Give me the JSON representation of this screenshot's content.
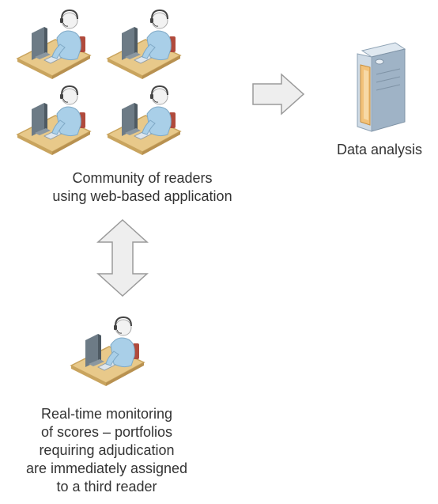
{
  "colors": {
    "desk_top": "#e8c98a",
    "desk_edge": "#c9a45e",
    "person_body": "#a9cfe8",
    "person_skin": "#f2f2f2",
    "monitor": "#6d7b86",
    "chair": "#b04a3c",
    "arrow_fill": "#eeeeee",
    "arrow_stroke": "#9a9a9a",
    "server_panel": "#f2c27a",
    "server_frame": "#b9c9d8",
    "text": "#333333"
  },
  "nodes": {
    "community": {
      "caption_lines": [
        "Community of readers",
        "using web-based application"
      ],
      "icon": "workstation-person-icon"
    },
    "analysis": {
      "caption": "Data analysis",
      "icon": "server-icon"
    },
    "monitoring": {
      "caption_lines": [
        "Real-time monitoring",
        "of scores – portfolios",
        "requiring adjudication",
        "are immediately assigned",
        "to a third reader"
      ],
      "icon": "workstation-person-icon"
    }
  },
  "arrows": {
    "to_analysis": "arrow-right-icon",
    "bidirectional": "arrow-double-vertical-icon"
  }
}
